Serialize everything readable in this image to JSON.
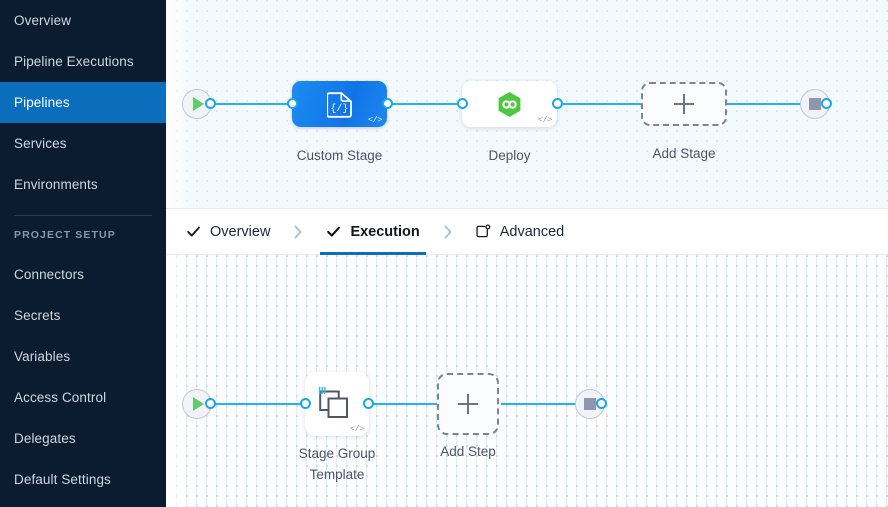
{
  "sidebar": {
    "items": [
      {
        "label": "Overview",
        "name": "sidebar-item-overview",
        "active": false
      },
      {
        "label": "Pipeline Executions",
        "name": "sidebar-item-pipeline-executions",
        "active": false
      },
      {
        "label": "Pipelines",
        "name": "sidebar-item-pipelines",
        "active": true
      },
      {
        "label": "Services",
        "name": "sidebar-item-services",
        "active": false
      },
      {
        "label": "Environments",
        "name": "sidebar-item-environments",
        "active": false
      }
    ],
    "section_label": "PROJECT SETUP",
    "project_items": [
      {
        "label": "Connectors",
        "name": "sidebar-item-connectors"
      },
      {
        "label": "Secrets",
        "name": "sidebar-item-secrets"
      },
      {
        "label": "Variables",
        "name": "sidebar-item-variables"
      },
      {
        "label": "Access Control",
        "name": "sidebar-item-access-control"
      },
      {
        "label": "Delegates",
        "name": "sidebar-item-delegates"
      },
      {
        "label": "Default Settings",
        "name": "sidebar-item-default-settings"
      }
    ],
    "colors": {
      "background": "#0b1c30",
      "active": "#0a6ebd",
      "text": "#cfd6de"
    }
  },
  "tabs": {
    "items": [
      {
        "label": "Overview",
        "icon": "check-icon",
        "active": false
      },
      {
        "label": "Execution",
        "icon": "check-icon",
        "active": true
      },
      {
        "label": "Advanced",
        "icon": "advanced-settings-icon",
        "active": false
      }
    ],
    "separator": "chevron-right-icon",
    "active_color": "#0a6ebd"
  },
  "pipeline_top": {
    "start_node": {
      "icon": "play-icon",
      "name": "pipeline-start-node"
    },
    "end_node": {
      "icon": "stop-icon",
      "name": "pipeline-end-node"
    },
    "stages": [
      {
        "label": "Custom Stage",
        "icon": "custom-stage-code-icon",
        "badge": "</>",
        "type": "custom",
        "selected": true
      },
      {
        "label": "Deploy",
        "icon": "harness-cd-hexagon-icon",
        "badge": "</>",
        "type": "deploy",
        "selected": false
      },
      {
        "label": "Add Stage",
        "icon": "plus-icon",
        "type": "add",
        "selected": false
      }
    ]
  },
  "pipeline_bottom": {
    "start_node": {
      "icon": "play-icon",
      "name": "execution-start-node"
    },
    "end_node": {
      "icon": "stop-icon",
      "name": "execution-end-node"
    },
    "steps": [
      {
        "label_line1": "Stage Group",
        "label_line2": "Template",
        "icon": "stacked-squares-template-icon",
        "badge": "</>",
        "type": "template"
      },
      {
        "label": "Add Step",
        "icon": "plus-icon",
        "type": "add"
      }
    ]
  },
  "colors": {
    "edge": "#24b3f0",
    "port_border": "#1ba6ec",
    "custom_stage": "#1074e8",
    "deploy_hexagon": "#4ec63f",
    "play_green": "#5fcc6a",
    "stop_gray": "#9096ad",
    "dashed_border": "#7b8397",
    "canvas_top_bg": "#f3f9fd",
    "canvas_bottom_bg": "#fcfdff"
  }
}
